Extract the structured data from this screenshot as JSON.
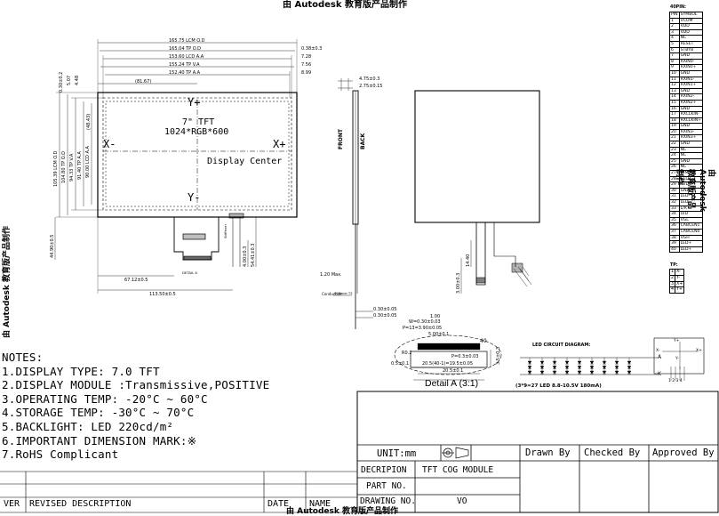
{
  "header_stamp": "由 Autodesk 教育版产品制作",
  "side_stamp_left": "由 Autodesk 教育版产品制作",
  "side_stamp_right": "由 Autodesk 教育版产品制作",
  "bottom_stamp": "由 Autodesk 教育版产品制作",
  "front_view": {
    "dims_top": [
      "165.75 LCM O.D",
      "165.04 TP O.D",
      "153.60 LCD A.A",
      "155.24 TP V.A",
      "152.40 TP A.A",
      "(81.67)"
    ],
    "dims_right_top": [
      "0.38±0.3",
      "7.28",
      "7.56",
      "8.99"
    ],
    "dims_left": [
      "105.39 LCM O.D",
      "104.80 TP O.D",
      "94.33 TP V.A",
      "91.40 TP A.A",
      "90.00 LCD A.A"
    ],
    "dims_left_small": [
      "0.30±0.2",
      "5.07",
      "4.48"
    ],
    "dim_inner": "(48.43)",
    "y_plus": "Y+",
    "y_minus": "Y-",
    "x_minus": "X-",
    "x_plus": "X+",
    "tft_size": "7\" TFT",
    "resolution": "1024*RGB*600",
    "center_label": "Display Center",
    "dims_bottom": [
      "44.90±0.5",
      "67.12±0.5",
      "113.50±0.5",
      "4.00±0.3",
      "54.41±0.3"
    ],
    "detail_label": "DETAIL A",
    "fpc_label": "Stiffener"
  },
  "side_view": {
    "front": "FRONT",
    "back": "BACK",
    "dims": [
      "4.75±0.3",
      "2.75±0.15",
      "1.20 Max.",
      "Conductive",
      "0.30±0.05",
      "0.30±0.05"
    ],
    "conductive_note": "Stiffener T3"
  },
  "rear_view": {
    "dims": [
      "3.00±0.3",
      "14.40"
    ],
    "fpc_dims": [
      "1.00",
      "W=0.30±0.03",
      "P=13=3.90±0.05",
      "5.00±0.1"
    ]
  },
  "detail": {
    "title": "Detail A (3:1)",
    "pin_end": "40",
    "pin_start": "1",
    "dims": [
      "P=0.3±0.03",
      "R0.2",
      "0.5±0.1",
      "20.5(40-1)=19.5±0.05",
      "20.5±0.1",
      "3.5±0.3"
    ]
  },
  "led": {
    "title": "LED CIRCUIT DIAGRAM:",
    "anode": "A",
    "cathode": "K",
    "spec": "(3*9=27 LED 8.8-10.5V 180mA)"
  },
  "tp_diagram": {
    "y_plus": "Y+",
    "y_minus": "Y-",
    "x_minus": "X-",
    "x_plus": "X+",
    "pins": "1 2 3 4"
  },
  "pin_table": {
    "title": "40PIN:",
    "header": [
      "PIN",
      "SYMBOL"
    ],
    "rows": [
      [
        "1",
        "VCOM"
      ],
      [
        "2",
        "VDD"
      ],
      [
        "3",
        "VDD"
      ],
      [
        "4",
        "NC"
      ],
      [
        "5",
        "RESET"
      ],
      [
        "6",
        "STBYB"
      ],
      [
        "7",
        "GND"
      ],
      [
        "8",
        "RXIN0-"
      ],
      [
        "9",
        "RXIN0+"
      ],
      [
        "10",
        "GND"
      ],
      [
        "11",
        "RXIN1-"
      ],
      [
        "12",
        "RXIN1+"
      ],
      [
        "13",
        "GND"
      ],
      [
        "14",
        "RXIN2-"
      ],
      [
        "15",
        "RXIN2+"
      ],
      [
        "16",
        "GND"
      ],
      [
        "17",
        "RXCLKIN-"
      ],
      [
        "18",
        "RXCLKIN+"
      ],
      [
        "19",
        "GND"
      ],
      [
        "20",
        "RXIN3-"
      ],
      [
        "21",
        "RXIN3+"
      ],
      [
        "22",
        "GND"
      ],
      [
        "23",
        "NC"
      ],
      [
        "24",
        "NC"
      ],
      [
        "25",
        "GND"
      ],
      [
        "26",
        "NC"
      ],
      [
        "27",
        "DIMO"
      ],
      [
        "28",
        "SELB"
      ],
      [
        "29",
        "AVDD"
      ],
      [
        "30",
        "GND"
      ],
      [
        "31",
        "LED-"
      ],
      [
        "32",
        "LED-"
      ],
      [
        "33",
        "L/R"
      ],
      [
        "34",
        "U/D"
      ],
      [
        "35",
        "VGL"
      ],
      [
        "36",
        "CABCEN1"
      ],
      [
        "37",
        "CABCEN0"
      ],
      [
        "38",
        "VGH"
      ],
      [
        "39",
        "LED+"
      ],
      [
        "40",
        "LED+"
      ]
    ]
  },
  "tp_table": {
    "title": "TP:",
    "rows": [
      [
        "1",
        "X-"
      ],
      [
        "2",
        "Y-"
      ],
      [
        "3",
        "X+"
      ],
      [
        "4",
        "Y+"
      ]
    ]
  },
  "notes": {
    "title": "NOTES:",
    "lines": [
      "1.DISPLAY TYPE:    7.0 TFT",
      "2.DISPLAY MODULE :Transmissive,POSITIVE",
      "3.OPERATING TEMP: -20°C  ~ 60°C",
      "4.STORAGE TEMP:   -30°C  ~ 70°C",
      "5.BACKLIGHT: LED 220cd/m²",
      "6.IMPORTANT DIMENSION MARK:※",
      "7.RoHS Complicant"
    ]
  },
  "title_block": {
    "unit": "UNIT:mm",
    "drawn_by": "Drawn By",
    "checked_by": "Checked By",
    "approved_by": "Approved By",
    "description_label": "DECRIPION",
    "description_value": "TFT COG MODULE",
    "part_no_label": "PART NO.",
    "part_no_value": "",
    "drawing_no_label": "DRAWING NO.",
    "drawing_no_value": "VO"
  },
  "revision_block": {
    "ver": "VER",
    "revised": "REVISED DESCRIPTION",
    "date": "DATE",
    "name": "NAME"
  }
}
